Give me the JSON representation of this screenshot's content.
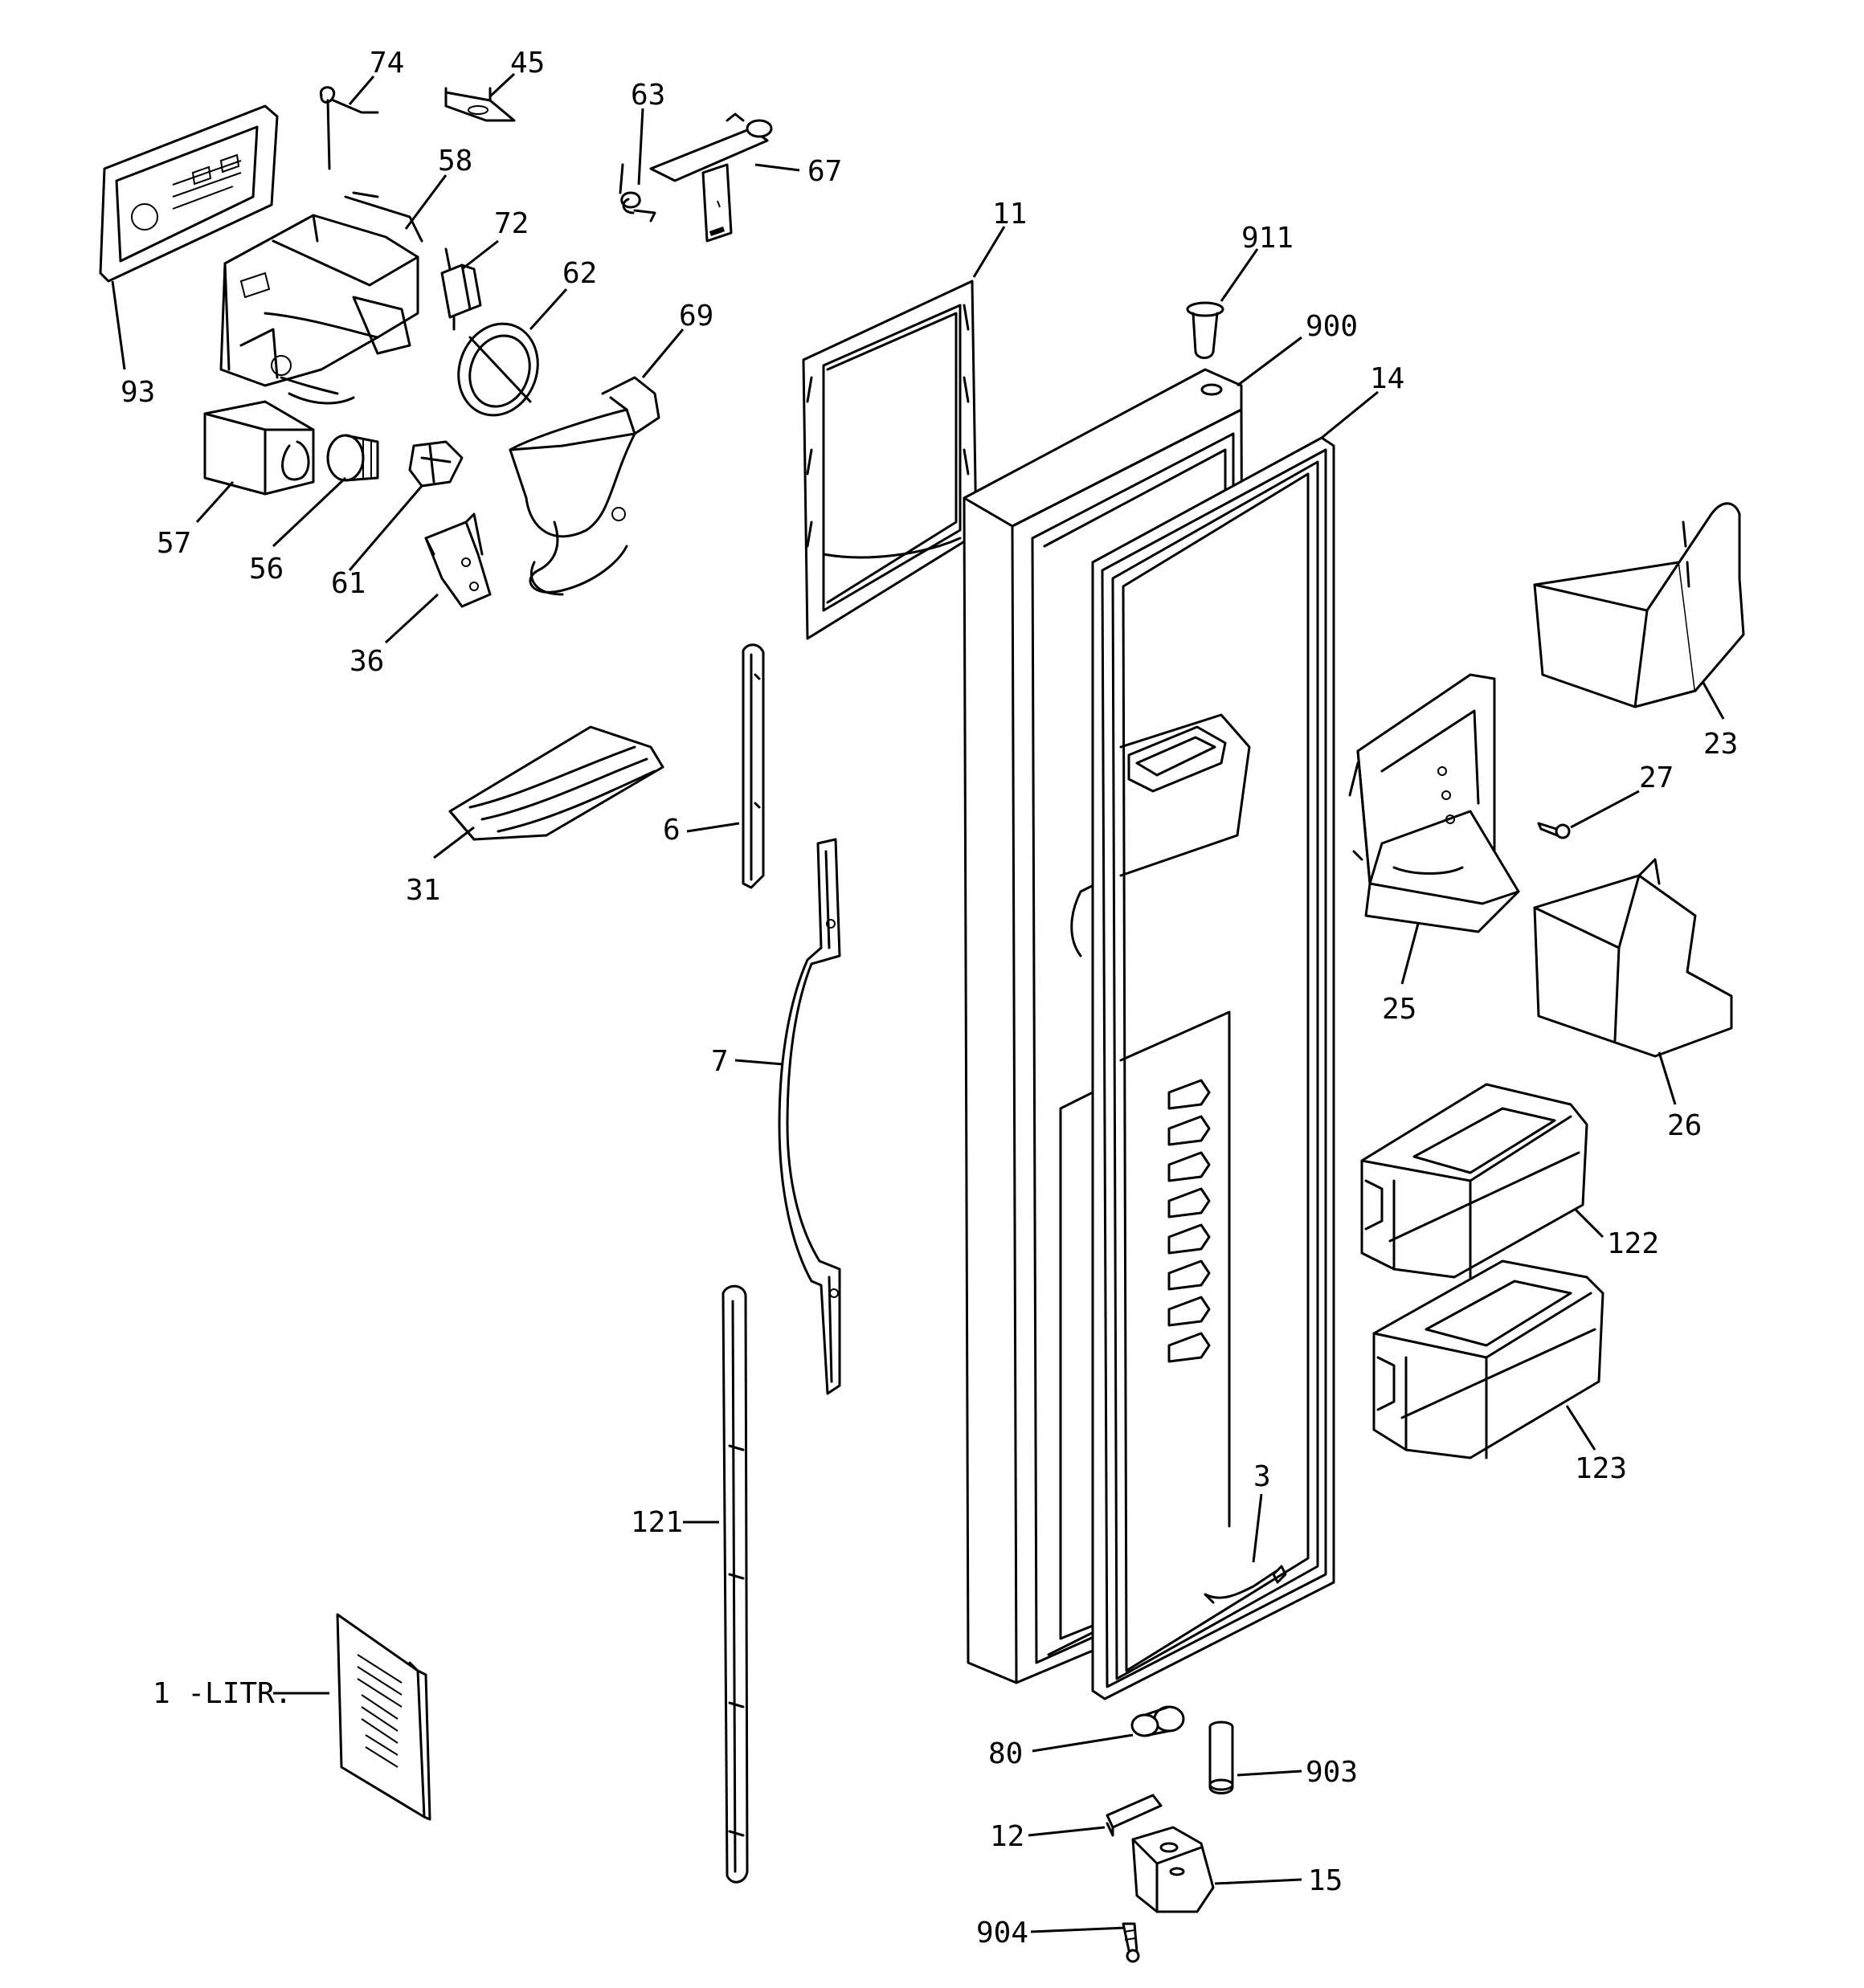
{
  "callouts": [
    {
      "id": "74",
      "label": "74"
    },
    {
      "id": "45",
      "label": "45"
    },
    {
      "id": "63",
      "label": "63"
    },
    {
      "id": "67",
      "label": "67"
    },
    {
      "id": "58",
      "label": "58"
    },
    {
      "id": "72",
      "label": "72"
    },
    {
      "id": "62",
      "label": "62"
    },
    {
      "id": "69",
      "label": "69"
    },
    {
      "id": "93",
      "label": "93"
    },
    {
      "id": "57",
      "label": "57"
    },
    {
      "id": "56",
      "label": "56"
    },
    {
      "id": "61",
      "label": "61"
    },
    {
      "id": "36",
      "label": "36"
    },
    {
      "id": "11",
      "label": "11"
    },
    {
      "id": "911",
      "label": "911"
    },
    {
      "id": "900",
      "label": "900"
    },
    {
      "id": "14",
      "label": "14"
    },
    {
      "id": "23",
      "label": "23"
    },
    {
      "id": "27",
      "label": "27"
    },
    {
      "id": "25",
      "label": "25"
    },
    {
      "id": "26",
      "label": "26"
    },
    {
      "id": "31",
      "label": "31"
    },
    {
      "id": "6",
      "label": "6"
    },
    {
      "id": "7",
      "label": "7"
    },
    {
      "id": "122",
      "label": "122"
    },
    {
      "id": "123",
      "label": "123"
    },
    {
      "id": "3",
      "label": "3"
    },
    {
      "id": "121",
      "label": "121"
    },
    {
      "id": "1-litr",
      "label": "1 -LITR."
    },
    {
      "id": "80",
      "label": "80"
    },
    {
      "id": "903",
      "label": "903"
    },
    {
      "id": "12",
      "label": "12"
    },
    {
      "id": "15",
      "label": "15"
    },
    {
      "id": "904",
      "label": "904"
    }
  ]
}
